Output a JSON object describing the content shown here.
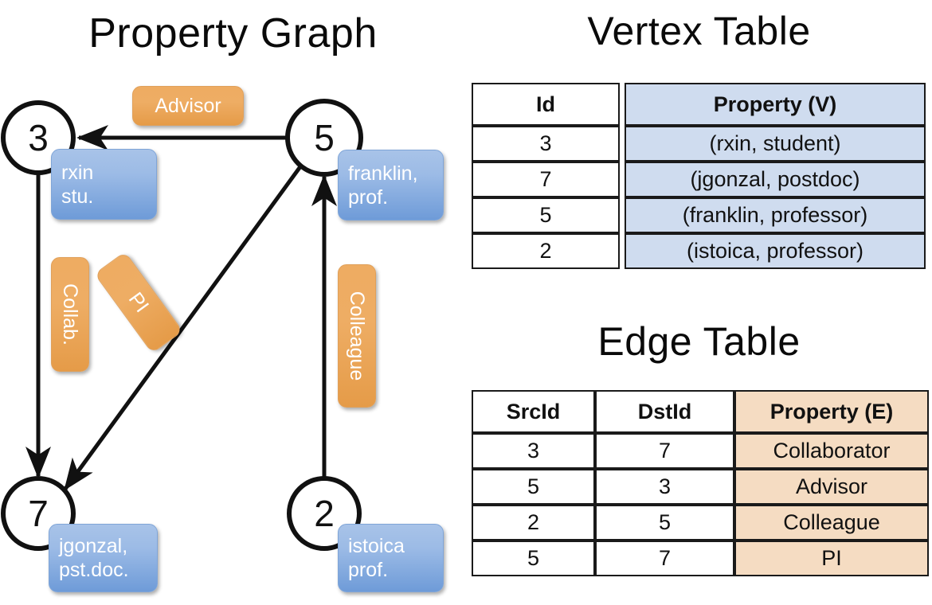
{
  "titles": {
    "property_graph": "Property Graph",
    "vertex_table": "Vertex Table",
    "edge_table": "Edge Table"
  },
  "graph": {
    "nodes": [
      {
        "id": "3",
        "label": "3"
      },
      {
        "id": "5",
        "label": "5"
      },
      {
        "id": "7",
        "label": "7"
      },
      {
        "id": "2",
        "label": "2"
      }
    ],
    "vertex_property_chips": [
      {
        "name": "rxin",
        "text": "rxin\nstu."
      },
      {
        "name": "franklin",
        "text": "franklin,\nprof."
      },
      {
        "name": "jgonzal",
        "text": "jgonzal,\npst.doc."
      },
      {
        "name": "istoica",
        "text": "istoica\nprof."
      }
    ],
    "edge_property_chips": [
      {
        "name": "advisor",
        "text": "Advisor"
      },
      {
        "name": "collab",
        "text": "Collab."
      },
      {
        "name": "pi",
        "text": "PI"
      },
      {
        "name": "colleague",
        "text": "Colleague"
      }
    ],
    "edges": [
      {
        "from": "5",
        "to": "3",
        "label": "Advisor"
      },
      {
        "from": "3",
        "to": "7",
        "label": "Collab."
      },
      {
        "from": "5",
        "to": "7",
        "label": "PI"
      },
      {
        "from": "2",
        "to": "5",
        "label": "Colleague"
      }
    ]
  },
  "vertex_table": {
    "columns": [
      "Id",
      "Property (V)"
    ],
    "rows": [
      {
        "id": "3",
        "property": "(rxin, student)"
      },
      {
        "id": "7",
        "property": "(jgonzal, postdoc)"
      },
      {
        "id": "5",
        "property": "(franklin, professor)"
      },
      {
        "id": "2",
        "property": "(istoica, professor)"
      }
    ]
  },
  "edge_table": {
    "columns": [
      "SrcId",
      "DstId",
      "Property (E)"
    ],
    "rows": [
      {
        "src": "3",
        "dst": "7",
        "property": "Collaborator"
      },
      {
        "src": "5",
        "dst": "3",
        "property": "Advisor"
      },
      {
        "src": "2",
        "dst": "5",
        "property": "Colleague"
      },
      {
        "src": "5",
        "dst": "7",
        "property": "PI"
      }
    ]
  },
  "colors": {
    "vertex_property_fill": "#cfdcef",
    "edge_property_fill": "#f5dcc2",
    "chip_blue": "#8bb0e0",
    "chip_orange": "#eaa456",
    "stroke": "#111111"
  }
}
